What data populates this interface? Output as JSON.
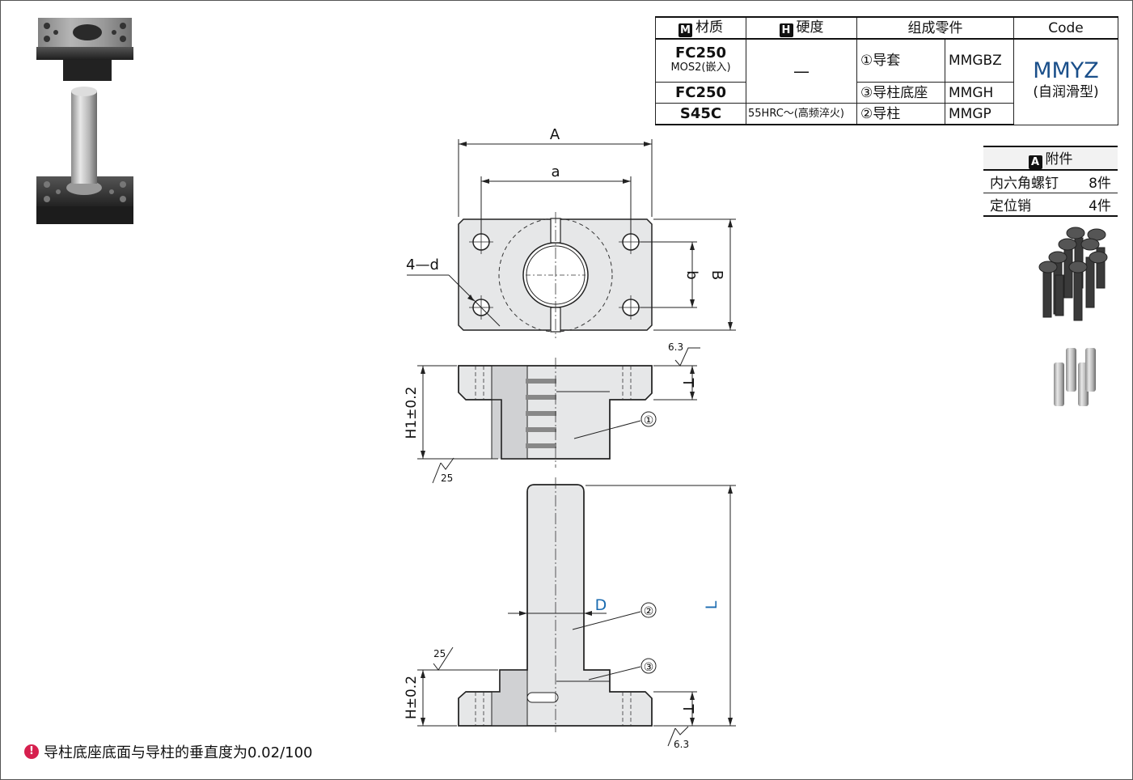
{
  "spec_table": {
    "header": {
      "material_badge": "M",
      "material": "材质",
      "hardness_badge": "H",
      "hardness": "硬度",
      "parts": "组成零件",
      "code": "Code"
    },
    "rows": [
      {
        "material": "FC250",
        "material_note": "MOS2(嵌入)",
        "hardness": "—",
        "part": "①导套",
        "part_code": "MMGBZ"
      },
      {
        "material": "FC250",
        "part": "③导柱底座",
        "part_code": "MMGH"
      },
      {
        "material": "S45C",
        "hardness": "55HRC～(高频淬火)",
        "part": "②导柱",
        "part_code": "MMGP"
      }
    ],
    "code_value": "MMYZ",
    "code_note": "(自润滑型)"
  },
  "accessories": {
    "badge": "A",
    "title": "附件",
    "items": [
      {
        "name": "内六角螺钉",
        "qty": "8件"
      },
      {
        "name": "定位销",
        "qty": "4件"
      }
    ]
  },
  "drawing": {
    "dim_A": "A",
    "dim_a": "a",
    "dim_b": "b",
    "dim_B": "B",
    "hole_label": "4—d",
    "roughness_top": "6.3",
    "roughness_25a": "25",
    "roughness_25b": "25",
    "roughness_bottom": "6.3",
    "dim_T1": "T",
    "dim_T2": "T",
    "dim_H1": "H1±0.2",
    "dim_H": "H±0.2",
    "dim_D": "D",
    "dim_L": "L",
    "callout_1": "①",
    "callout_2": "②",
    "callout_3": "③"
  },
  "note": {
    "icon": "!",
    "text": "导柱底座底面与导柱的垂直度为0.02/100"
  },
  "colors": {
    "accent_blue": "#1a4f8a",
    "note_icon": "#d6204e",
    "part_fill": "#e6e7e8",
    "part_dark": "#c8c9cb"
  }
}
